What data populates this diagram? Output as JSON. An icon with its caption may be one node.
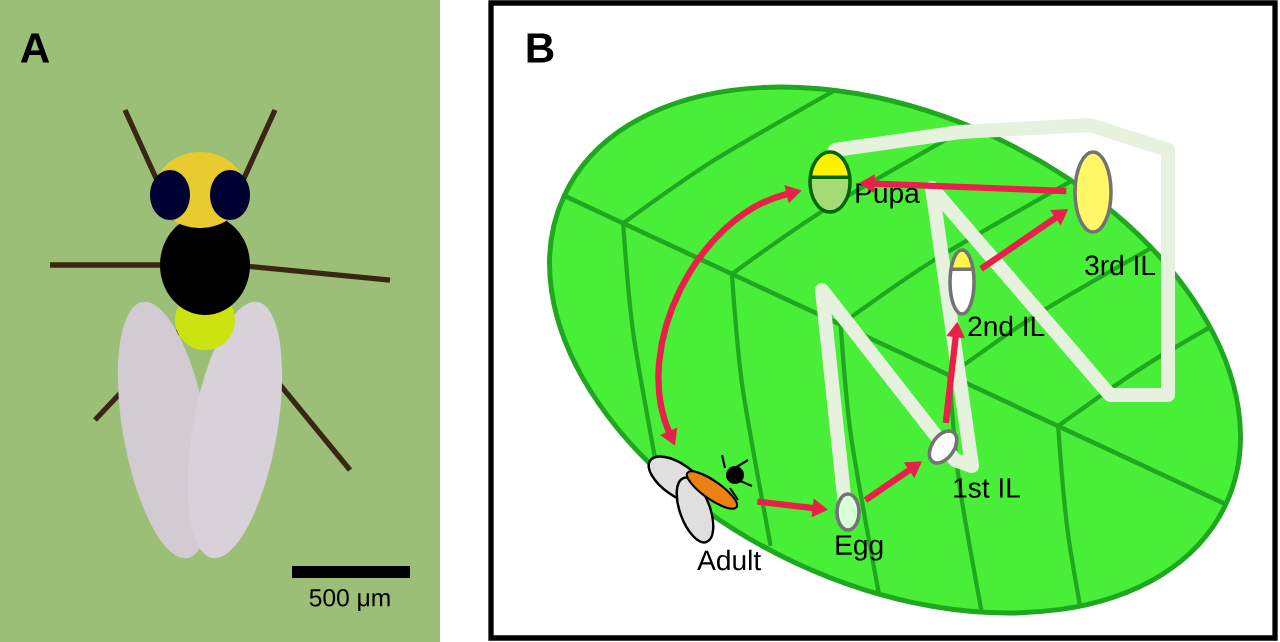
{
  "diagram": {
    "nodes": [
      {
        "text": [],
        "shape": "ellipse",
        "beside": [
          "Pupa"
        ]
      },
      {
        "text": [],
        "shape": "picture",
        "beside": [
          "Adult"
        ]
      },
      {
        "text": [],
        "shape": "ellipse",
        "beside": [
          "Egg"
        ]
      },
      {
        "text": [],
        "shape": "ellipse",
        "beside": [
          "1st IL"
        ]
      },
      {
        "text": [],
        "shape": "ellipse",
        "beside": [
          "2nd IL"
        ]
      },
      {
        "text": [],
        "shape": "ellipse",
        "beside": [
          "3rd IL"
        ]
      }
    ],
    "edges": [
      {
        "from": 0,
        "to": 1,
        "arrow": "both"
      },
      {
        "from": 1,
        "to": 2,
        "arrow": "to"
      },
      {
        "from": 2,
        "to": 3,
        "arrow": "to"
      },
      {
        "from": 3,
        "to": 4,
        "arrow": "to"
      },
      {
        "from": 4,
        "to": 5,
        "arrow": "to"
      },
      {
        "from": 5,
        "to": 0,
        "arrow": "to"
      }
    ],
    "labels": [
      "A",
      "B",
      "500 μm"
    ]
  }
}
